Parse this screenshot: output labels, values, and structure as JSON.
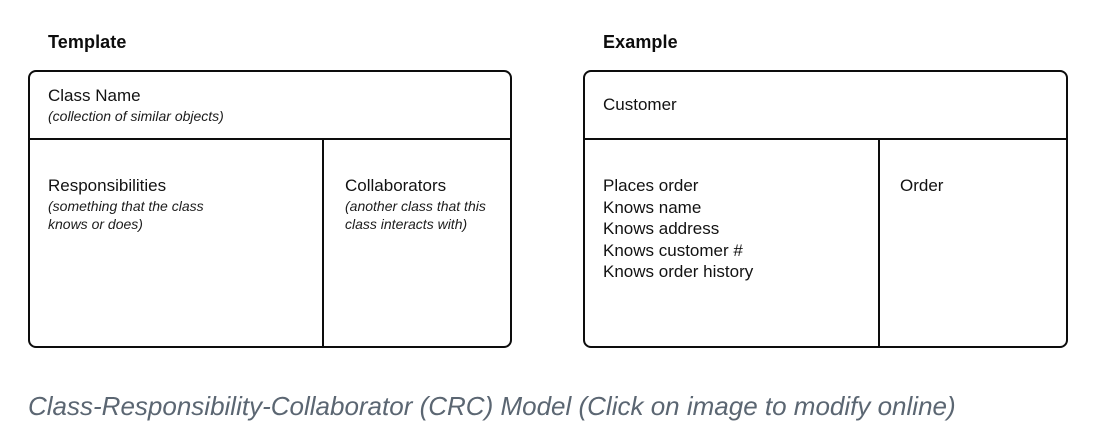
{
  "colors": {
    "background": "#ffffff",
    "line": "#0d0d0d",
    "text": "#121212",
    "caption": "#5b6672"
  },
  "template_card": {
    "heading": "Template",
    "class_name": {
      "title": "Class Name",
      "subtitle": "(collection of similar objects)"
    },
    "responsibilities": {
      "title": "Responsibilities",
      "subtitle": "(something that the class knows or does)"
    },
    "collaborators": {
      "title": "Collaborators",
      "subtitle": "(another class that this class interacts with)"
    }
  },
  "example_card": {
    "heading": "Example",
    "class_name": "Customer",
    "responsibilities": [
      "Places order",
      "Knows name",
      "Knows address",
      "Knows customer #",
      "Knows order history"
    ],
    "collaborators": "Order"
  },
  "caption": "Class-Responsibility-Collaborator (CRC) Model (Click on image to modify online)"
}
